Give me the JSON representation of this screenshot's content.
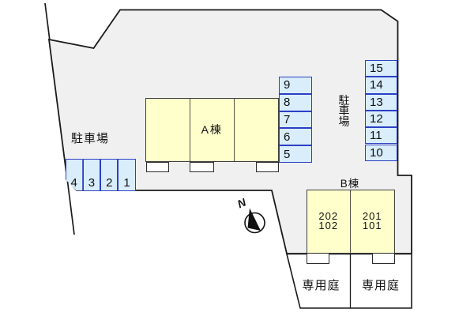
{
  "plan": {
    "type": "apartment-site-plan",
    "compass_north": "N"
  },
  "labels": {
    "parking_west": "駐車場",
    "parking_east": "駐車場"
  },
  "building_a": {
    "name": "A棟"
  },
  "building_b": {
    "name": "B棟",
    "units": [
      {
        "upper": "202",
        "lower": "102",
        "garden": "専用庭"
      },
      {
        "upper": "201",
        "lower": "101",
        "garden": "専用庭"
      }
    ]
  },
  "parking": {
    "bottom_row": [
      "4",
      "3",
      "2",
      "1"
    ],
    "middle_column": [
      "9",
      "8",
      "7",
      "6",
      "5"
    ],
    "east_column": [
      "15",
      "14",
      "13",
      "12",
      "11",
      "10"
    ]
  },
  "colors": {
    "site_fill": "#f0f0f0",
    "outline": "#1a1a1a",
    "building_fill": "#ffffcc",
    "building_border": "#3f3f3f",
    "parking_fill": "#d9edfb",
    "parking_border": "#2b3fc4"
  }
}
